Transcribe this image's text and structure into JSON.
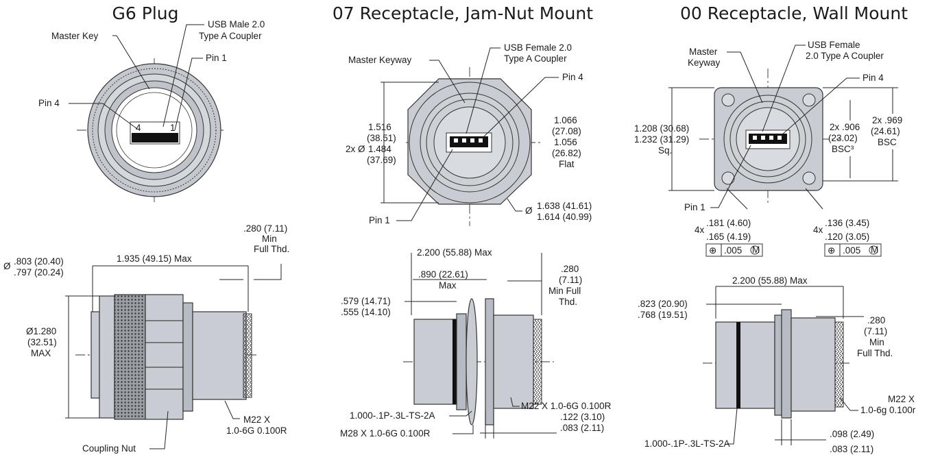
{
  "g6_plug": {
    "title": "G6 Plug",
    "usb_coupler": "USB Male 2.0",
    "usb_coupler_2": "Type A Coupler",
    "master_key": "Master Key",
    "pin1": "Pin 1",
    "pin4": "Pin 4",
    "pin_num_4": "4",
    "pin_num_1": "1",
    "dia_sym": "Ø",
    "dia_a": ".803 (20.40)",
    "dia_b": ".797 (20.24)",
    "length": "1.935 (49.15) Max",
    "thd_1": ".280 (7.11)",
    "thd_2": "Min",
    "thd_3": "Full Thd.",
    "od_1": "Ø1.280",
    "od_2": "(32.51)",
    "od_3": "MAX",
    "thread_1": "M22 X",
    "thread_2": "1.0-6G 0.100R",
    "coupling_nut": "Coupling Nut"
  },
  "jam_nut": {
    "title": "07 Receptacle, Jam-Nut Mount",
    "keyway": "Master Keyway",
    "usb_1": "USB Female 2.0",
    "usb_2": "Type A Coupler",
    "pin4": "Pin 4",
    "pin1": "Pin 1",
    "d1": "1.516",
    "d2": "(38.51)",
    "d_pre": "2x Ø",
    "d3": "1.484",
    "d4": "(37.69)",
    "f1": "1.066",
    "f2": "(27.08)",
    "f3": "1.056",
    "f4": "(26.82)",
    "f5": "Flat",
    "o_sym": "Ø",
    "o1": "1.638 (41.61)",
    "o2": "1.614 (40.99)",
    "len": "2.200 (55.88) Max",
    "m1": ".890 (22.61)",
    "m2": "Max",
    "t1": ".280",
    "t2": "(7.11)",
    "t3": "Min Full",
    "t4": "Thd.",
    "s1": ".579 (14.71)",
    "s2": ".555 (14.10)",
    "thread_a": "1.000-.1P-.3L-TS-2A",
    "thread_b": "M28 X 1.0-6G 0.100R",
    "thread_c": "M22 X 1.0-6G 0.100R",
    "w1": ".122 (3.10)",
    "w2": ".083 (2.11)"
  },
  "wall": {
    "title": "00 Receptacle, Wall Mount",
    "keyway_1": "Master",
    "keyway_2": "Keyway",
    "usb_1": "USB Female",
    "usb_2": "2.0 Type A Coupler",
    "pin4": "Pin 4",
    "pin1": "Pin 1",
    "sq1": "1.208 (30.68)",
    "sq2": "1.232 (31.29)",
    "sq3": "Sq.",
    "b1": "2x .906",
    "b2": "(23.02)",
    "b3": "BSC³",
    "c1": "2x .969",
    "c2": "(24.61)",
    "c3": "BSC",
    "h_pre": "4x",
    "h1": ".181 (4.60)",
    "h2": ".165 (4.19)",
    "h3": ".136 (3.45)",
    "h4": ".120 (3.05)",
    "tol_sym": "⊕",
    "tol": ".005",
    "tol_m": "M",
    "len": "2.200 (55.88) Max",
    "f1": ".823 (20.90)",
    "f2": ".768 (19.51)",
    "t1": ".280",
    "t2": "(7.11)",
    "t3": "Min",
    "t4": "Full Thd.",
    "thread_1": "M22 X",
    "thread_2": "1.0-6g 0.100r",
    "thread_a": "1.000-.1P-.3L-TS-2A",
    "w1": ".098 (2.49)",
    "w2": ".083 (2.11)"
  }
}
